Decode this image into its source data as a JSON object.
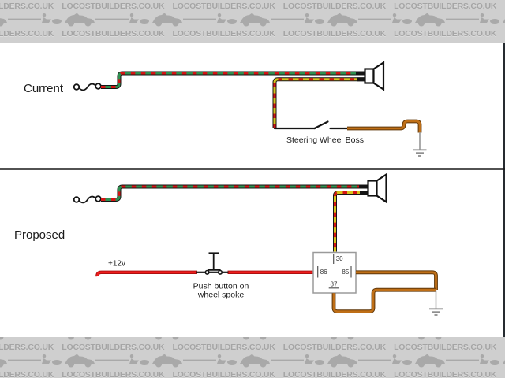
{
  "watermark": {
    "text": "LOCOSTBUILDERS.CO.UK"
  },
  "diagram": {
    "current": {
      "title": "Current",
      "switch_label": "Steering Wheel Boss"
    },
    "proposed": {
      "title": "Proposed",
      "supply_label": "+12v",
      "button_label": [
        "Push button on",
        "wheel spoke"
      ],
      "relay": {
        "pin_top": "30",
        "pin_left": "86",
        "pin_right": "85",
        "pin_bottom": "87"
      }
    }
  },
  "colors": {
    "wire_green": "#2e9150",
    "wire_yellow": "#d6c31d",
    "wire_trace_red": "#d41414",
    "wire_brown": "#bf6f17",
    "wire_red": "#ee1c1c",
    "wire_black": "#151515",
    "ground_gray": "#8f8f8f",
    "banner_bg": "#cfcfcf",
    "banner_text": "#a5a5a5"
  }
}
